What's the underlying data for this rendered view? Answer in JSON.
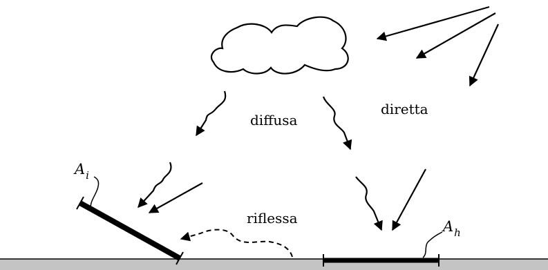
{
  "labels": {
    "diffuse": "diffusa",
    "direct": "diretta",
    "reflected": "riflessa"
  },
  "surfaces": {
    "inclined": {
      "symbol": "A",
      "subscript": "i"
    },
    "horizontal": {
      "symbol": "A",
      "subscript": "h"
    }
  },
  "colors": {
    "ground": "#c4c4c4",
    "ink": "#000000"
  }
}
